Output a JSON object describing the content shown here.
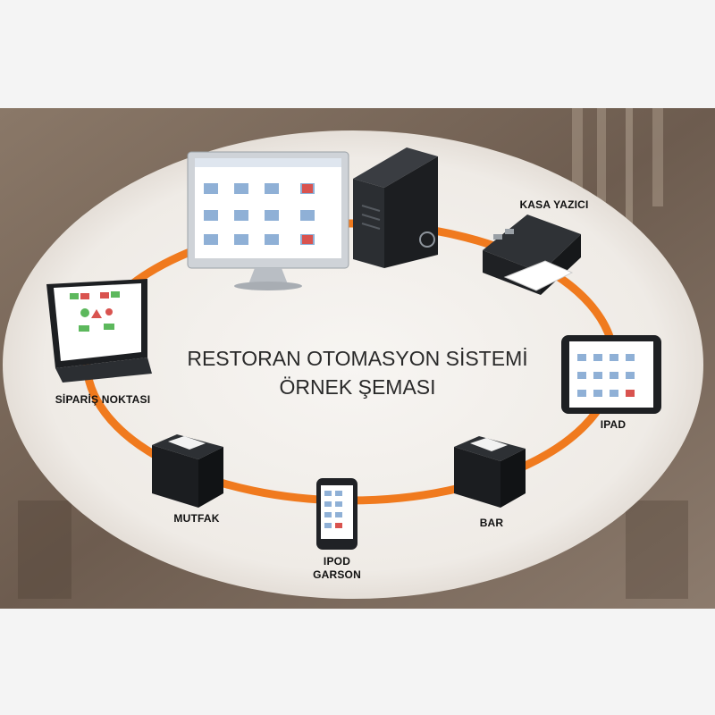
{
  "title": {
    "line1": "RESTORAN OTOMASYON SİSTEMİ",
    "line2": "ÖRNEK ŞEMASI"
  },
  "nodes": {
    "kasa_yazici": "KASA YAZICI",
    "siparis_noktasi": "SİPARİŞ NOKTASI",
    "ipad": "IPAD",
    "mutfak": "MUTFAK",
    "bar": "BAR",
    "ipod_line1": "IPOD",
    "ipod_line2": "GARSON"
  },
  "colors": {
    "ring": "#f07a1e",
    "background": "#f4f4f4",
    "photo": "#7b6a5c",
    "ellipse": "#f3f1ee"
  }
}
